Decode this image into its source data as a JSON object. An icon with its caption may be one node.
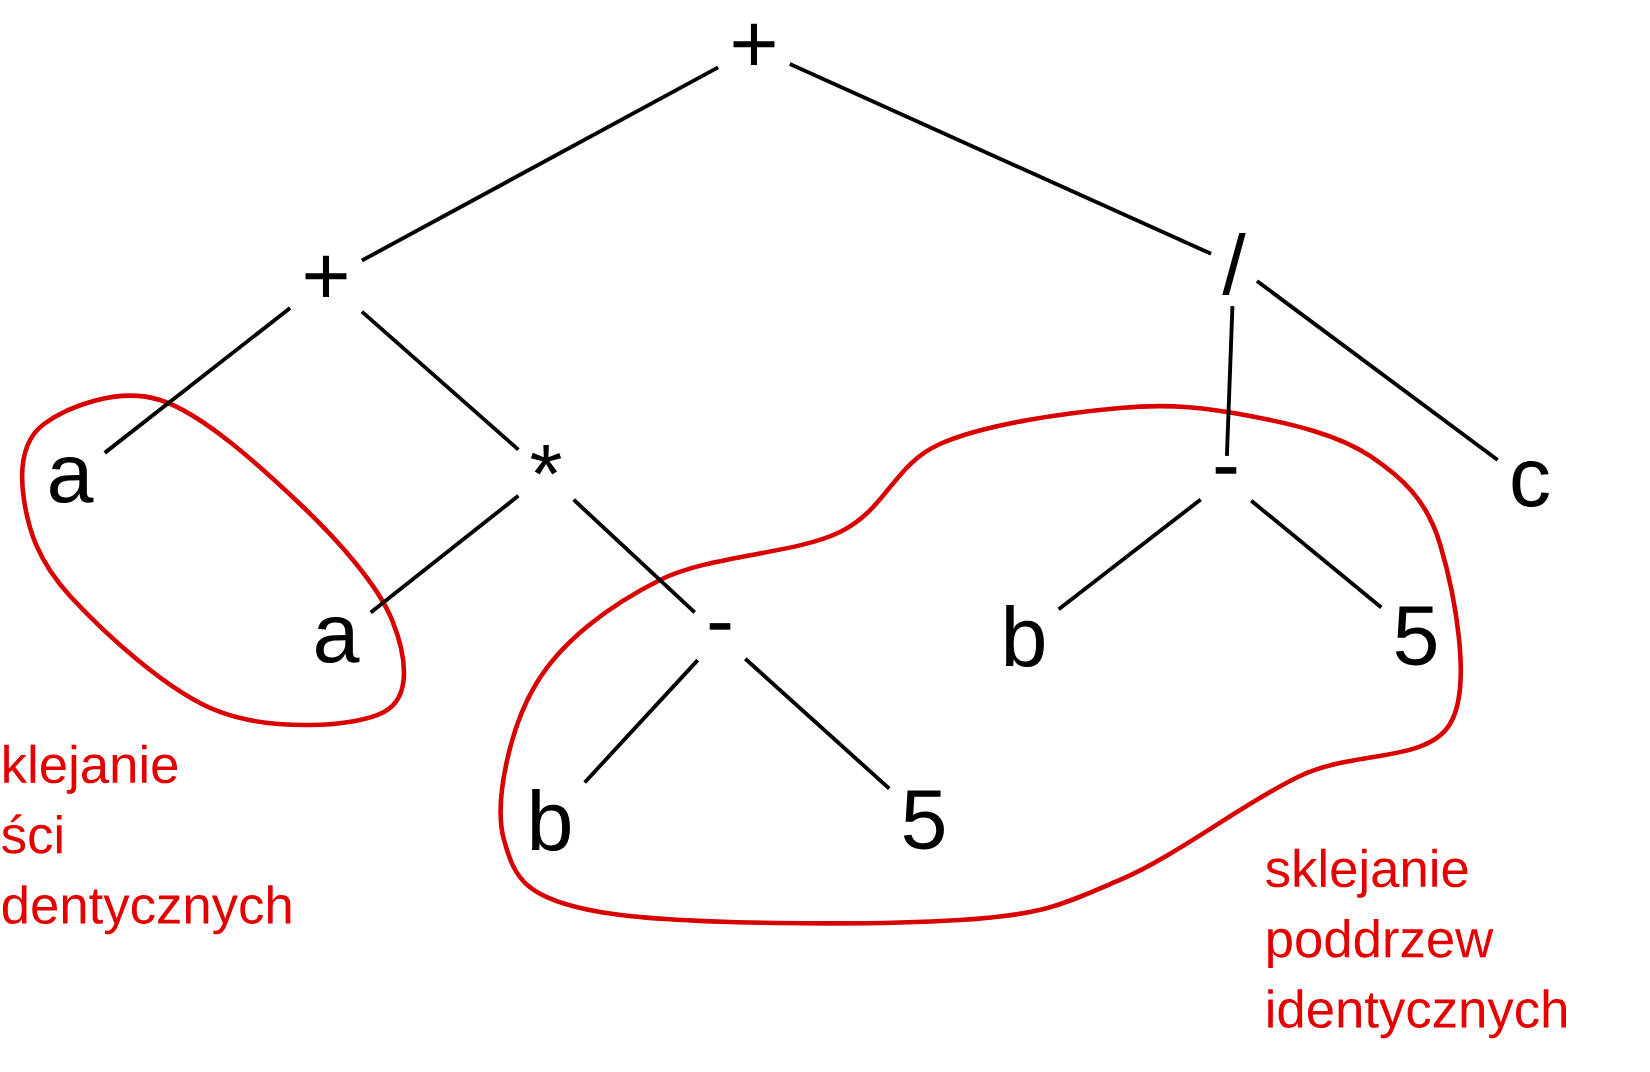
{
  "diagram": {
    "nodes": [
      {
        "text": [
          "+"
        ]
      },
      {
        "text": [
          "+"
        ]
      },
      {
        "text": [
          "/"
        ]
      },
      {
        "text": [
          "a"
        ]
      },
      {
        "text": [
          "*"
        ]
      },
      {
        "text": [
          "-"
        ]
      },
      {
        "text": [
          "c"
        ]
      },
      {
        "text": [
          "a"
        ]
      },
      {
        "text": [
          "-"
        ]
      },
      {
        "text": [
          "b"
        ]
      },
      {
        "text": [
          "5"
        ]
      },
      {
        "text": [
          "b"
        ]
      },
      {
        "text": [
          "5"
        ]
      }
    ],
    "edges": [
      {
        "from": 0,
        "to": 1,
        "arrow": "none"
      },
      {
        "from": 0,
        "to": 2,
        "arrow": "none"
      },
      {
        "from": 1,
        "to": 3,
        "arrow": "none"
      },
      {
        "from": 1,
        "to": 4,
        "arrow": "none"
      },
      {
        "from": 2,
        "to": 5,
        "arrow": "none"
      },
      {
        "from": 2,
        "to": 6,
        "arrow": "none"
      },
      {
        "from": 4,
        "to": 7,
        "arrow": "none"
      },
      {
        "from": 4,
        "to": 8,
        "arrow": "none"
      },
      {
        "from": 5,
        "to": 9,
        "arrow": "none"
      },
      {
        "from": 5,
        "to": 10,
        "arrow": "none"
      },
      {
        "from": 8,
        "to": 11,
        "arrow": "none"
      },
      {
        "from": 8,
        "to": 12,
        "arrow": "none"
      }
    ],
    "labels": [
      "klejanie ści dentycznych",
      "sklejanie poddrzew identycznych"
    ]
  }
}
